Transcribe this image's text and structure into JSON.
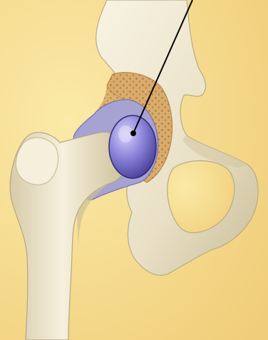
{
  "illustration": {
    "subject": "hip-joint",
    "parts": [
      "pelvis",
      "acetabulum-cancellous-bone",
      "femoral-head-cartilage",
      "femur",
      "leader-line"
    ],
    "colors": {
      "background_light": "#fbeaa8",
      "background_dark": "#f0cd78",
      "bone": "#efe8d2",
      "bone_shadow": "#c9bd98",
      "cancellous_bone": "#d9ab6c",
      "cancellous_pores": "#b2813f",
      "cartilage": "#7f77d6",
      "cartilage_light": "#c5c1ef",
      "cartilage_dark": "#3e3790",
      "capsule": "#a6a2d2",
      "leader_line": "#000000"
    }
  }
}
